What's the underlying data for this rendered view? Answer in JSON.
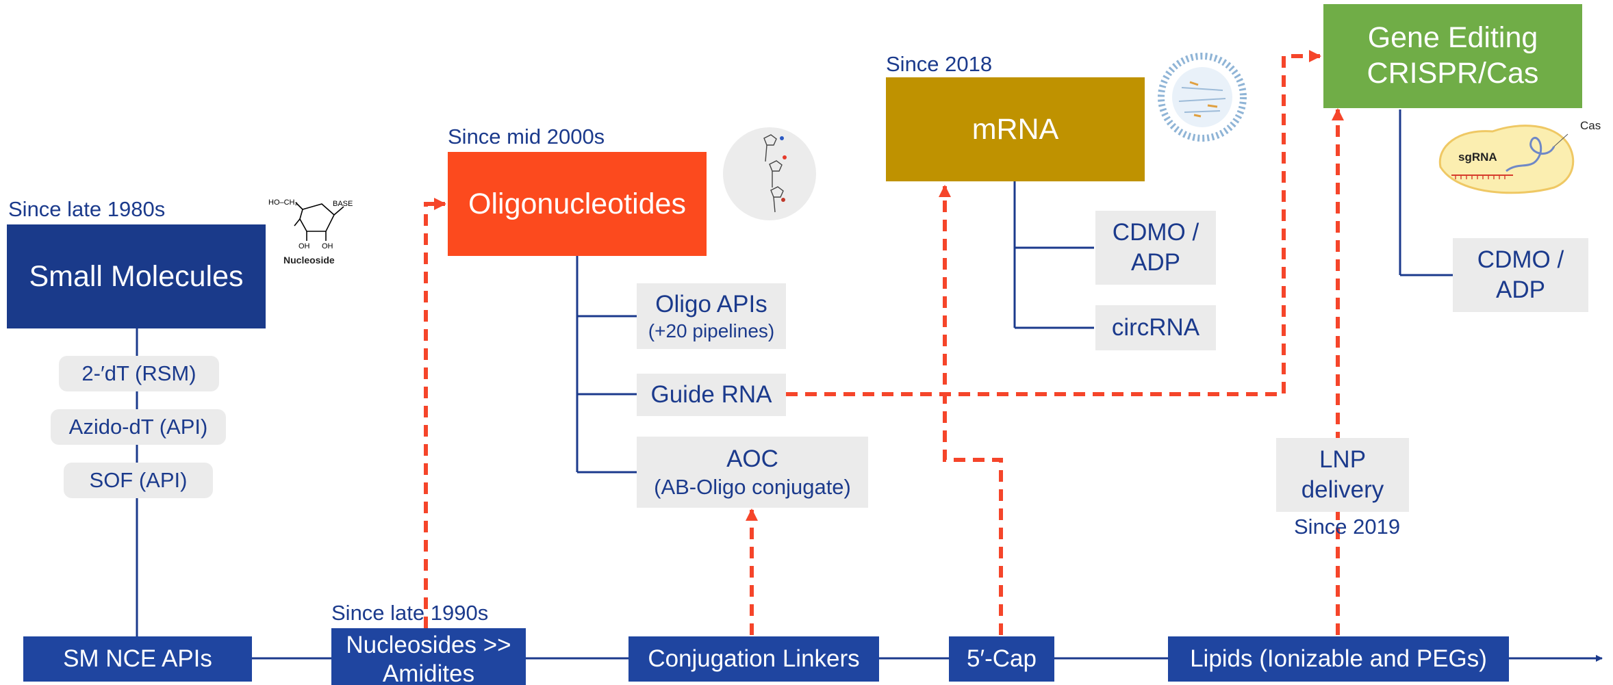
{
  "since": {
    "small_molecules": "Since late 1980s",
    "oligos": "Since mid 2000s",
    "mrna": "Since 2018",
    "nucleosides": "Since late 1990s",
    "lnp": "Since 2019"
  },
  "main": {
    "small_molecules": "Small Molecules",
    "oligos": "Oligonucleotides",
    "mrna": "mRNA",
    "gene_editing_line1": "Gene Editing",
    "gene_editing_line2": "CRISPR/Cas"
  },
  "sm_items": [
    "2-′dT (RSM)",
    "Azido-dT (API)",
    "SOF (API)"
  ],
  "oligo_items": {
    "apis": "Oligo APIs",
    "apis_sub": "(+20 pipelines)",
    "guide": "Guide RNA",
    "aoc": "AOC",
    "aoc_sub": "(AB-Oligo conjugate)"
  },
  "mrna_items": {
    "cdmo_line1": "CDMO /",
    "cdmo_line2": "ADP",
    "circ": "circRNA"
  },
  "ge_items": {
    "cdmo_line1": "CDMO /",
    "cdmo_line2": "ADP"
  },
  "lnp": {
    "line1": "LNP",
    "line2": "delivery"
  },
  "bottom": {
    "sm_nce": "SM NCE APIs",
    "nucleosides_line1": "Nucleosides >>",
    "nucleosides_line2": "Amidites",
    "linkers": "Conjugation Linkers",
    "cap": "5′-Cap",
    "lipids": "Lipids (Ionizable and PEGs)"
  },
  "images": {
    "nucleoside_caption": "Nucleoside",
    "nucleoside_base": "BASE",
    "nucleoside_ho": "HO–CH₂",
    "nucleoside_oh": "OH",
    "sgrna": "sgRNA",
    "cas": "Cas"
  },
  "colors": {
    "navy": "#1a3a8a",
    "oligo_orange": "#fc4a1e",
    "mrna_gold": "#bf9200",
    "gene_green": "#70ad47",
    "dash_orange": "#f5452a",
    "gray_box": "#ebebeb"
  }
}
